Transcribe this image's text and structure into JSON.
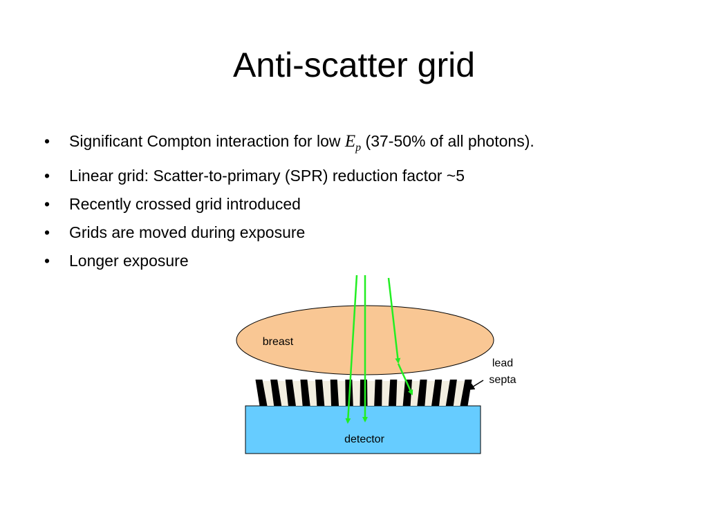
{
  "slide": {
    "title": "Anti-scatter grid",
    "bullets": [
      {
        "pre": "Significant Compton interaction for low ",
        "symbol": "E",
        "subscript": "p",
        "post": " (37-50% of all photons)."
      },
      {
        "text": "Linear grid: Scatter-to-primary (SPR) reduction factor ~5"
      },
      {
        "text": "Recently crossed grid introduced"
      },
      {
        "text": "Grids are moved during exposure"
      },
      {
        "text": "Longer exposure"
      }
    ],
    "bullet_glyph": "•"
  },
  "diagram": {
    "labels": {
      "breast": "breast",
      "lead_line1": "lead",
      "lead_line2": "septa",
      "detector": "detector"
    },
    "colors": {
      "breast_fill": "#F9C794",
      "detector_fill": "#66CCFF",
      "septa_fill": "#000000",
      "interspace_fill": "#F2EEE0",
      "ray_color": "#22EE22"
    }
  }
}
